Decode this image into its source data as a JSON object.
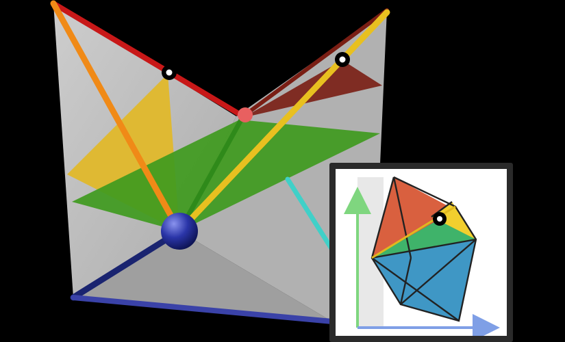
{
  "scene": {
    "background": "#000000",
    "colors": {
      "wall": "#c8c8c8",
      "yellow_face": "#e2b827",
      "green_face": "#3f9a1e",
      "darkred_face": "#7a1e14",
      "orange_rod": "#f08a17",
      "yellow_rod": "#e8c020",
      "red_rod": "#c81818",
      "navy_rod": "#1a2470",
      "cyan_rod": "#40d0c8",
      "blue_sphere": "#2a35a8",
      "pink_node": "#e86060"
    },
    "markers": [
      "open-circle-marker",
      "open-circle-marker"
    ]
  },
  "inset": {
    "frame_color": "#2a2a2a",
    "panel_color": "#ffffff",
    "axis_vertical_color": "#7fd67f",
    "axis_horizontal_color": "#7f9fe6",
    "faces": [
      "red",
      "yellow",
      "green",
      "blue"
    ]
  }
}
